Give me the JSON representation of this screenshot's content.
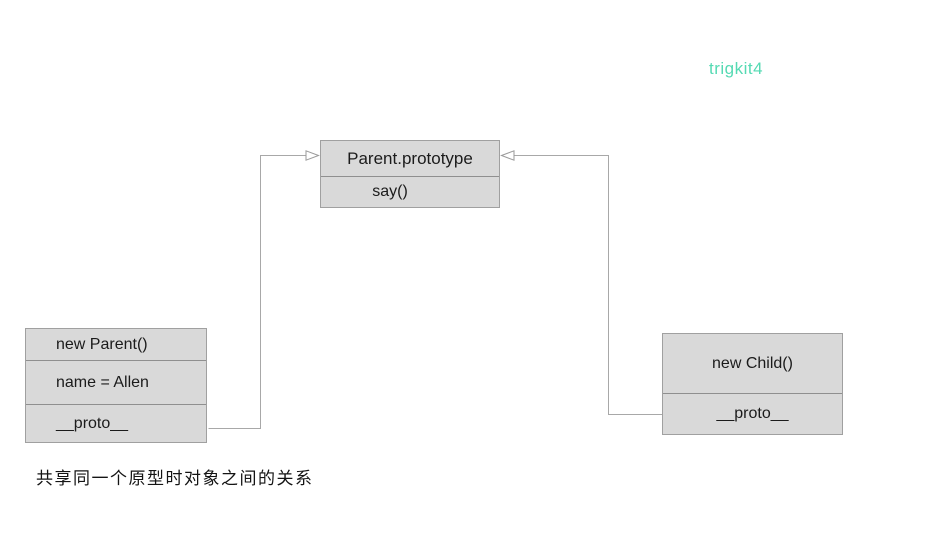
{
  "watermark": {
    "label": "trigkit4",
    "color": "#55dab3"
  },
  "caption": "共享同一个原型时对象之间的关系",
  "diagram": {
    "prototype_box": {
      "title": "Parent.prototype",
      "method": "say()"
    },
    "parent_box": {
      "title": "new Parent()",
      "property": "name = Allen",
      "proto": "__proto__"
    },
    "child_box": {
      "title": "new Child()",
      "proto": "__proto__"
    },
    "relations": [
      {
        "from": "new Parent() __proto__",
        "to": "Parent.prototype"
      },
      {
        "from": "new Child() __proto__",
        "to": "Parent.prototype"
      }
    ]
  },
  "colors": {
    "box_fill": "#d9d9d9",
    "box_border": "#a0a0a0",
    "connector": "#a8a8a8",
    "watermark": "#55dab3",
    "text": "#1b1b1b"
  }
}
